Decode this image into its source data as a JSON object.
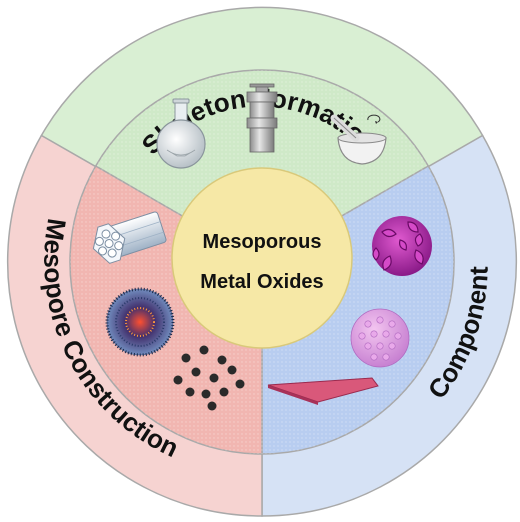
{
  "center": {
    "line1": "Mesoporous",
    "line2": "Metal Oxides"
  },
  "sectors": [
    {
      "key": "skeleton",
      "label": "Skeleton Formation",
      "color": "#d9efd3",
      "inner_color": "#cfe9c8"
    },
    {
      "key": "component",
      "label": "Component",
      "color": "#d6e2f5",
      "inner_color": "#b8cdf0"
    },
    {
      "key": "mesopore",
      "label": "Mesopore Construction",
      "color": "#f6d3d1",
      "inner_color": "#f1b6b1"
    }
  ],
  "colors": {
    "center_fill": "#f6e8a6",
    "ring_stroke": "#a9a9a9",
    "text": "#111111"
  },
  "icons": [
    "round-bottom-flask-icon",
    "autoclave-icon",
    "mortar-pestle-icon",
    "hexagonal-nanorod-bundle-icon",
    "micelle-sphere-icon",
    "nanoparticle-cluster-icon",
    "nanoflower-icon",
    "porous-sphere-icon",
    "nanosheet-icon"
  ]
}
